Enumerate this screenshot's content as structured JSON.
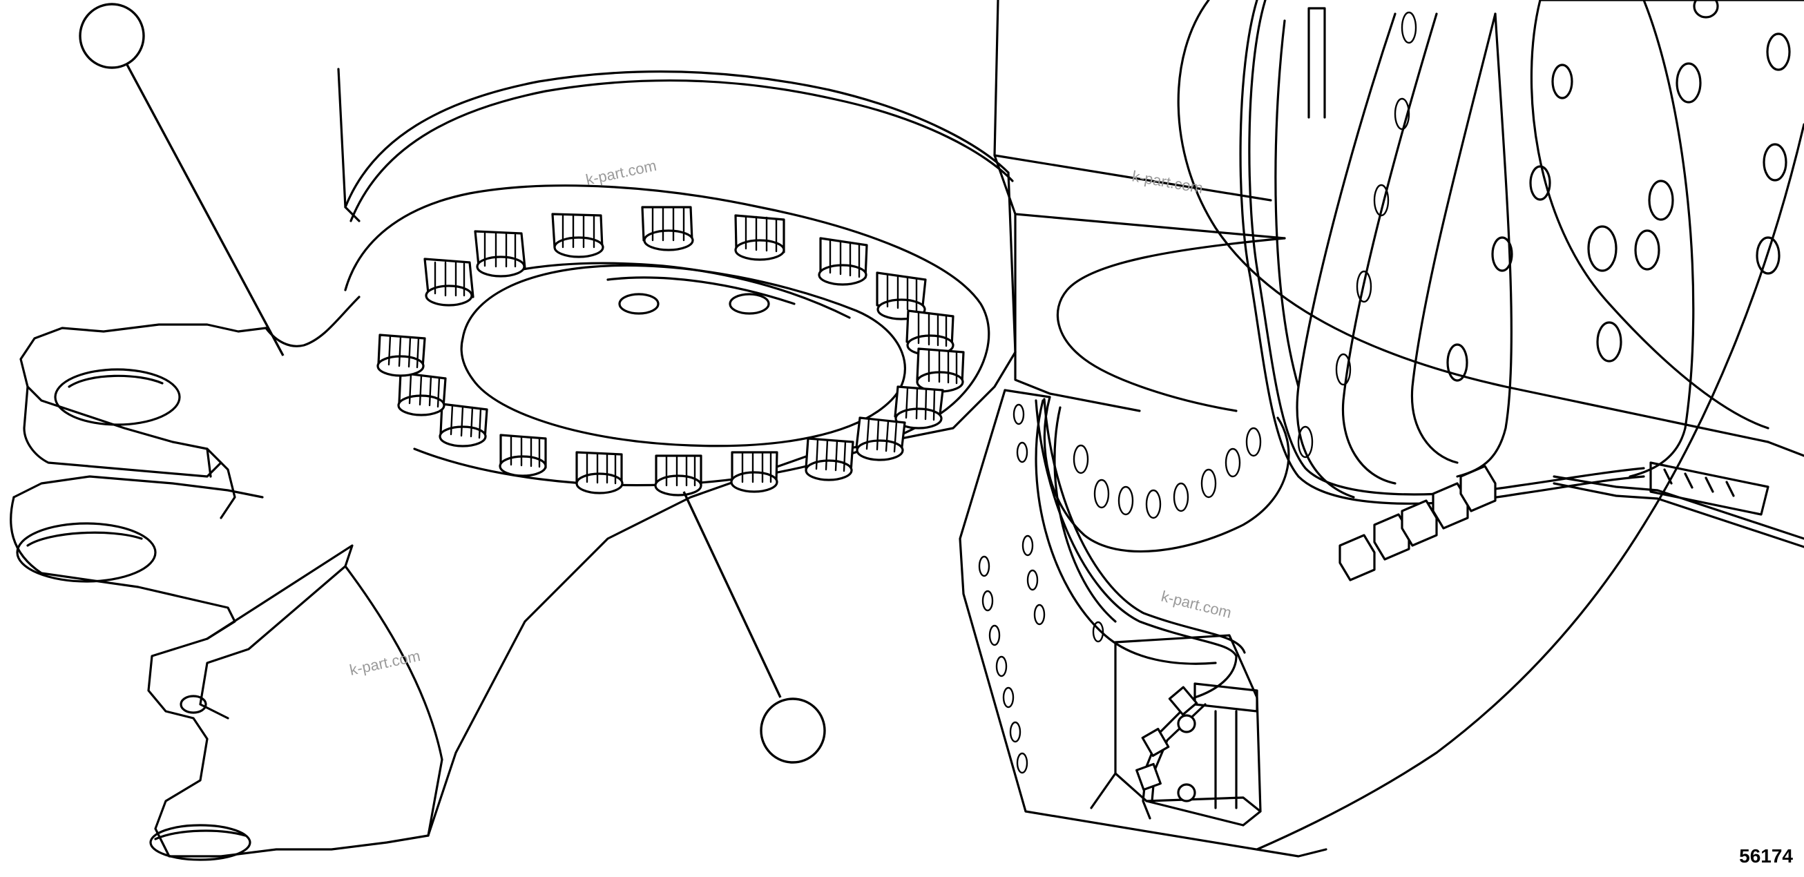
{
  "figure": {
    "number": "56174"
  },
  "watermarks": [
    "k-part.com",
    "k-part.com",
    "k-part.com",
    "k-part.com"
  ],
  "callouts": [
    {
      "name": "callout-balloon-top-left",
      "label": ""
    },
    {
      "name": "callout-balloon-bolts",
      "label": ""
    }
  ],
  "colors": {
    "line": "#000000",
    "background": "#ffffff",
    "watermark": "#9a9a9a"
  }
}
